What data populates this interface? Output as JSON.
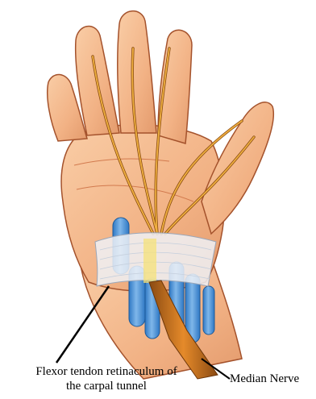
{
  "labels": {
    "retinaculum_line1": "Flexor tendon retinaculum of",
    "retinaculum_line2": "the carpal tunnel",
    "median_nerve": "Median Nerve"
  },
  "colors": {
    "skin": "#f4b98c",
    "skin_shadow": "#d9895e",
    "skin_outline": "#a4522c",
    "nerve": "#e29a2a",
    "nerve_outline": "#8a4c10",
    "tendon": "#4b92d6",
    "tendon_light": "#a8d0f0",
    "retinaculum": "#eef1f6",
    "median_nerve_trunk": "#c8601a",
    "leader_line": "#000000"
  }
}
